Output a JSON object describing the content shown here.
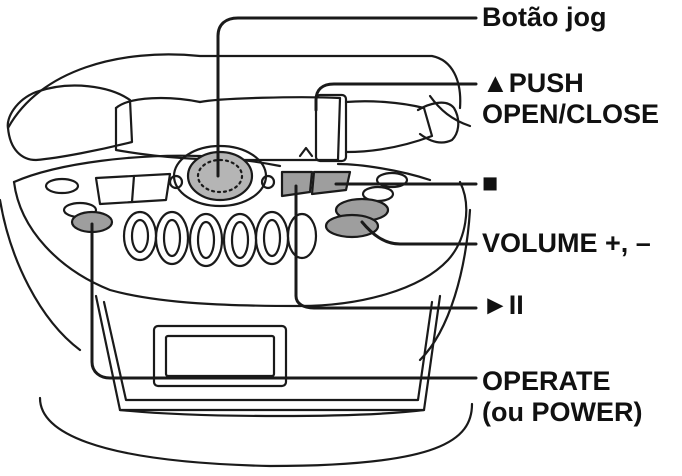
{
  "labels": {
    "jog": "Botão jog",
    "push_line1": "▲PUSH",
    "push_line2": "OPEN/CLOSE",
    "stop": "■",
    "volume": "VOLUME +, –",
    "play_pause": "►II",
    "operate_line1": "OPERATE",
    "operate_line2": "(ou POWER)"
  },
  "colors": {
    "line": "#1a1a1a",
    "highlight_fill": "#9e9e9e",
    "body_fill": "#ffffff"
  }
}
